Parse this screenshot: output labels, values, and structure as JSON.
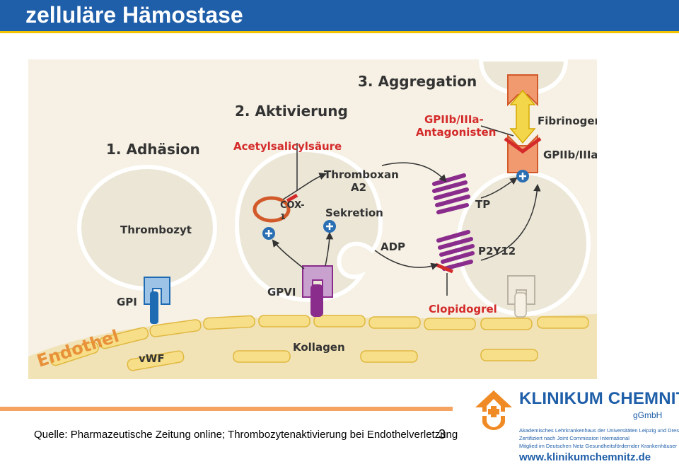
{
  "header": {
    "title": "zelluläre Hämostase"
  },
  "diagram": {
    "step_1": "1. Adhäsion",
    "step_2": "2. Aktivierung",
    "step_3": "3. Aggregation",
    "thrombozyt": "Thrombozyt",
    "gpi": "GPI",
    "gpvi": "GPVI",
    "endothel": "Endothel",
    "vwf": "vWF",
    "kollagen": "Kollagen",
    "asa": "Acetylsalicylsäure",
    "cox": "COX-",
    "cox_2": "1",
    "thromboxan_1": "Thromboxan",
    "thromboxan_2": "A2",
    "sekretion": "Sekretion",
    "adp": "ADP",
    "gp_antag_1": "GPIIb/IIIa-",
    "gp_antag_2": "Antagonisten",
    "fibrinogen": "Fibrinogen",
    "gpiib": "GPIIb/IIIa",
    "tp": "TP",
    "p2y12": "P2Y12",
    "clopidogrel": "Clopidogrel"
  },
  "footer": {
    "source": "Quelle: Pharmazeutische Zeitung online; Thrombozytenaktivierung bei Endothelverletzung",
    "page_number": "3"
  },
  "logo": {
    "name": "KLINIKUM CHEMNITZ",
    "suffix": "gGmbH",
    "line_1": "Akademisches Lehrkrankenhaus der Universitäten Leipzig und Dresden",
    "line_2": "Zertifiziert nach Joint Commission International",
    "line_3": "Mitglied im Deutschen Netz Gesundheitsfördernder Krankenhäuser",
    "url": "www.klinikumchemnitz.de"
  },
  "colors": {
    "header_bg": "#1f5ea8",
    "header_rule": "#f2c300",
    "diagram_bg": "#f6f1e4",
    "endothel_orange": "#e8913a",
    "accent_red": "#d42a2a",
    "purple": "#8a2c8c",
    "blue_receptor": "#1f6bb3"
  }
}
